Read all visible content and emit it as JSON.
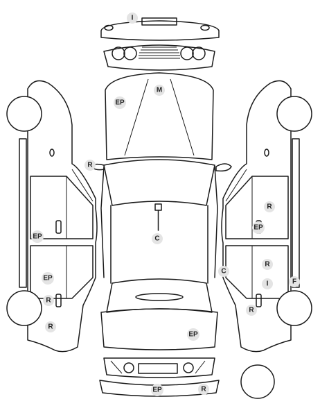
{
  "markers": [
    {
      "code": "I"
    },
    {
      "code": "M"
    },
    {
      "code": "EP"
    },
    {
      "code": "R"
    },
    {
      "code": "C"
    },
    {
      "code": "EP"
    },
    {
      "code": "EP"
    },
    {
      "code": "R"
    },
    {
      "code": "R"
    },
    {
      "code": "EP"
    },
    {
      "code": "EP"
    },
    {
      "code": "R"
    },
    {
      "code": "R"
    },
    {
      "code": "EP"
    },
    {
      "code": "C"
    },
    {
      "code": "R"
    },
    {
      "code": "I"
    },
    {
      "code": "F"
    },
    {
      "code": "R"
    }
  ]
}
